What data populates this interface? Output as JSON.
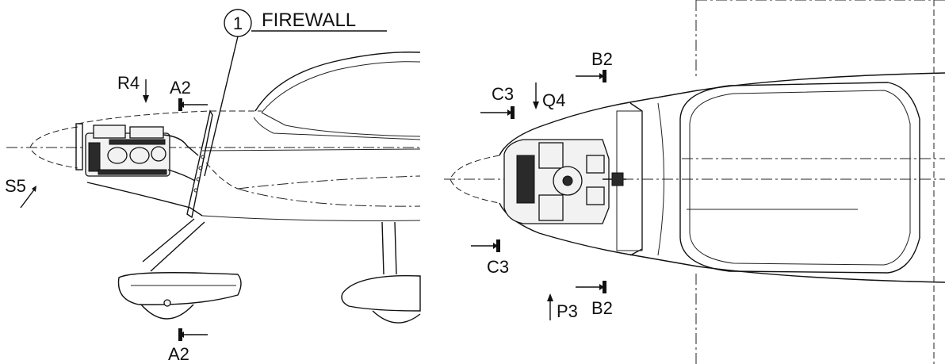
{
  "callout": {
    "number": "1",
    "text": "FIREWALL"
  },
  "labels": {
    "r4": "R4",
    "a2_top": "A2",
    "s5": "S5",
    "a2_bottom": "A2",
    "b2_top": "B2",
    "c3_top": "C3",
    "q4": "Q4",
    "c3_bottom": "C3",
    "p3": "P3",
    "b2_bottom": "B2"
  },
  "icons": {
    "section_marker": "section-cut-marker-icon",
    "view_arrow": "view-direction-arrow-icon"
  },
  "colors": {
    "line": "#111111",
    "background": "#ffffff"
  }
}
